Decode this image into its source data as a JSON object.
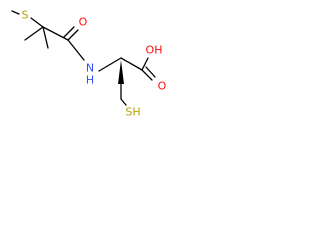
{
  "molecule": {
    "atoms": {
      "methyl_s_label": "S",
      "amide_o_label": "O",
      "amide_n_label": "N",
      "amide_h_label": "H",
      "acid_oh_label": "OH",
      "acid_o_label": "O",
      "thiol_sh_label": "SH"
    },
    "colors": {
      "carbon": "#000000",
      "oxygen": "#ff0d0d",
      "nitrogen": "#3050f8",
      "sulfur": "#b8a000"
    }
  }
}
